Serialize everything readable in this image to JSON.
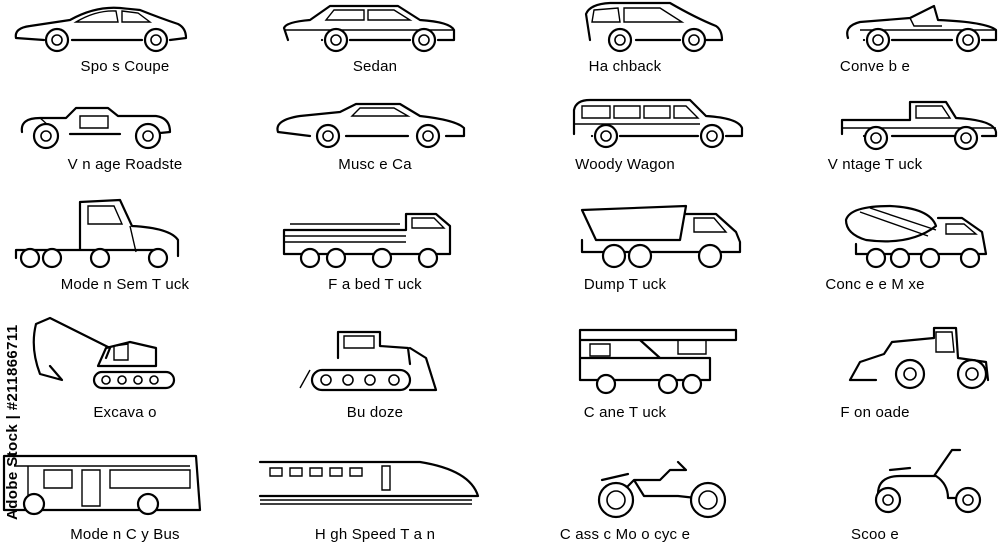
{
  "vehicles": [
    {
      "label": "Spo  s Coupe",
      "icon": "sports-coupe-icon"
    },
    {
      "label": "Sedan",
      "icon": "sedan-icon"
    },
    {
      "label": "Ha chback",
      "icon": "hatchback-icon"
    },
    {
      "label": "Conve   b e",
      "icon": "convertible-icon"
    },
    {
      "label": "V n age Roadste",
      "icon": "vintage-roadster-icon"
    },
    {
      "label": "Musc e Ca",
      "icon": "muscle-car-icon"
    },
    {
      "label": "Woody Wagon",
      "icon": "woody-wagon-icon"
    },
    {
      "label": "V ntage T uck",
      "icon": "vintage-truck-icon"
    },
    {
      "label": "Mode n Sem  T uck",
      "icon": "semi-truck-icon"
    },
    {
      "label": "F a bed T uck",
      "icon": "flatbed-truck-icon"
    },
    {
      "label": "Dump T uck",
      "icon": "dump-truck-icon"
    },
    {
      "label": "Conc e e M xe",
      "icon": "concrete-mixer-icon"
    },
    {
      "label": "Excava o",
      "icon": "excavator-icon"
    },
    {
      "label": "Bu doze",
      "icon": "bulldozer-icon"
    },
    {
      "label": "C ane T uck",
      "icon": "crane-truck-icon"
    },
    {
      "label": "F on   oade",
      "icon": "front-loader-icon"
    },
    {
      "label": "Mode n C y Bus",
      "icon": "city-bus-icon"
    },
    {
      "label": "H gh Speed T a n",
      "icon": "high-speed-train-icon"
    },
    {
      "label": "C ass c Mo o cyc e",
      "icon": "motorcycle-icon"
    },
    {
      "label": "Scoo e",
      "icon": "scooter-icon"
    }
  ],
  "stock_id": "Adobe Stock | #211866711",
  "colors": {
    "line": "#000000",
    "background": "#ffffff",
    "watermark": "#d9d9d9"
  }
}
